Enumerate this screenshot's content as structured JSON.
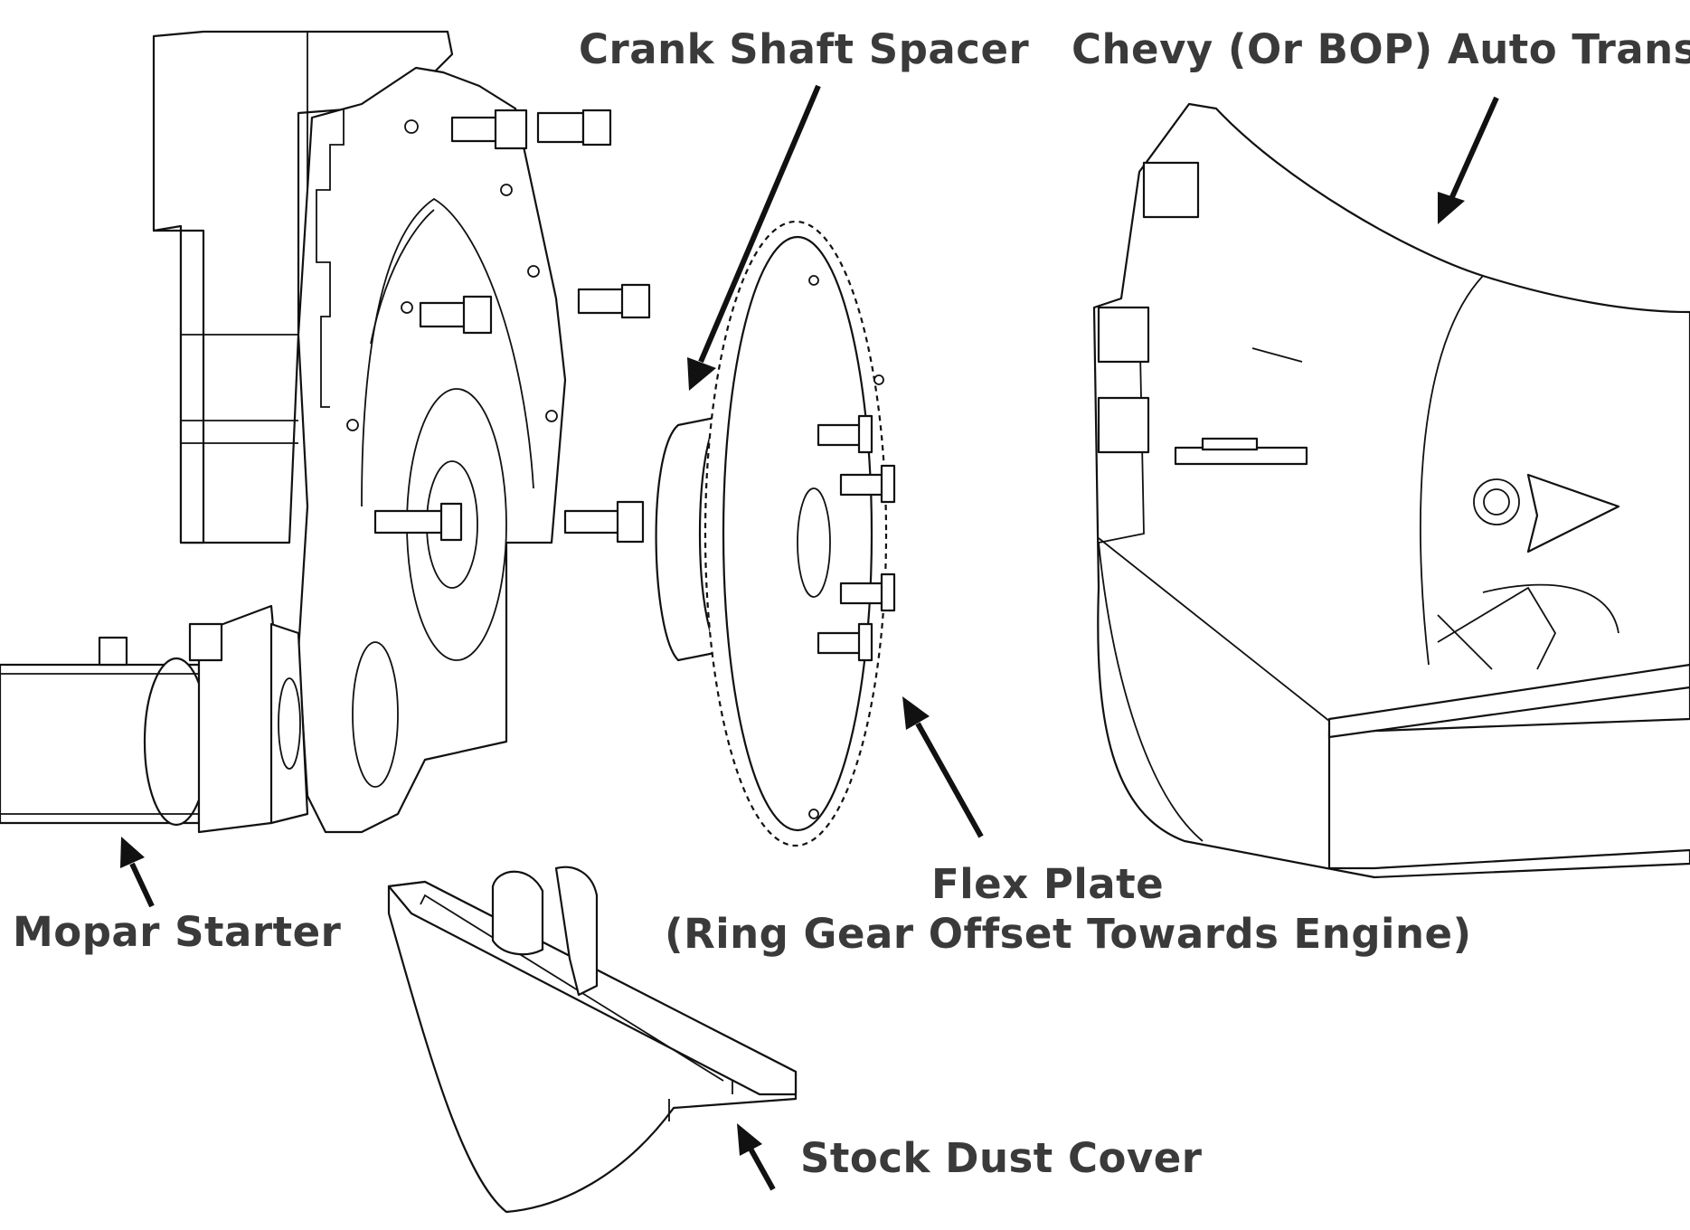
{
  "labels": {
    "crank_shaft_spacer": "Crank Shaft Spacer",
    "chevy_auto_trans": "Chevy (Or BOP) Auto Trans",
    "mopar_starter": "Mopar Starter",
    "flex_plate_line1": "Flex Plate",
    "flex_plate_line2": "(Ring Gear Offset Towards Engine)",
    "stock_dust_cover": "Stock Dust Cover"
  },
  "colors": {
    "line": "#111111",
    "label_text": "#3a3a3a",
    "background": "#ffffff"
  }
}
